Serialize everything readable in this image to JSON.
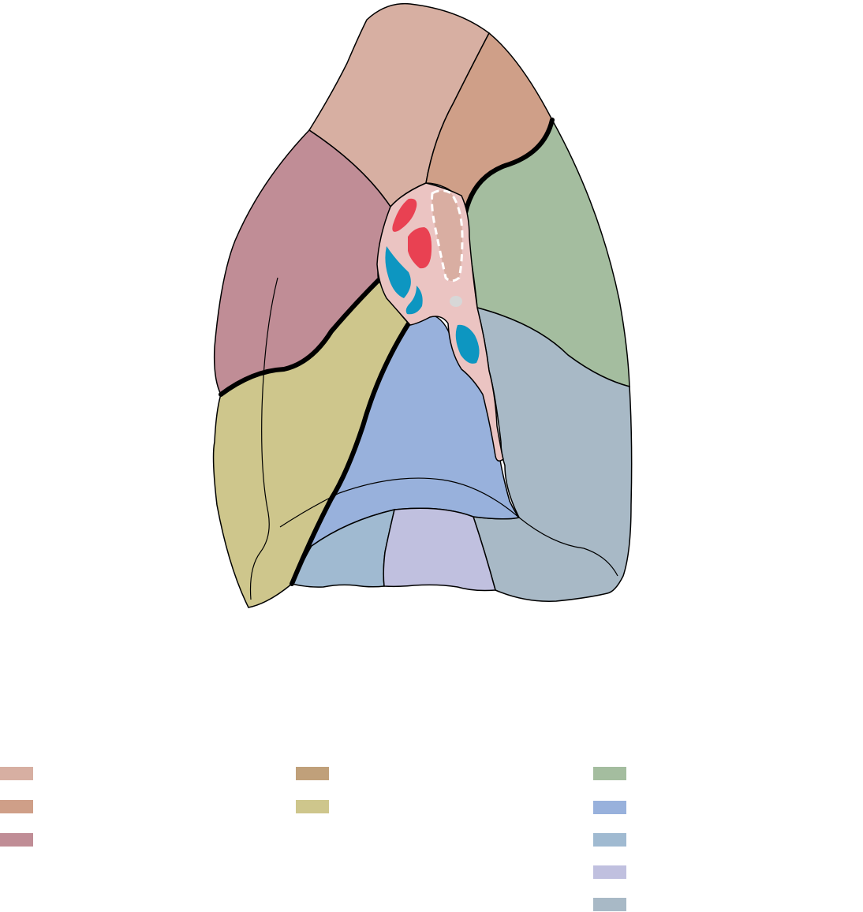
{
  "colors": {
    "segment_apical": "#d7afa2",
    "segment_posterior": "#cf9f88",
    "segment_anterior": "#c08d96",
    "superior_segment": "#c0a07a",
    "lingular": "#cec68c",
    "segment_green": "#a4bd9f",
    "segment_blue": "#98b1dc",
    "segment_lightblue": "#a0bad1",
    "segment_lavender": "#c0c0df",
    "segment_greyblue": "#a8b9c6",
    "hilum": "#ebc4c2",
    "artery": "#e94152",
    "vein": "#0d96c1",
    "bronchus": "#d9aea2",
    "outline": "#000000"
  },
  "legend": {
    "items": [
      {
        "key": "segment_apical",
        "label": ""
      },
      {
        "key": "segment_posterior",
        "label": ""
      },
      {
        "key": "segment_anterior",
        "label": ""
      },
      {
        "key": "superior_segment",
        "label": ""
      },
      {
        "key": "lingular",
        "label": ""
      },
      {
        "key": "segment_green",
        "label": ""
      },
      {
        "key": "segment_blue",
        "label": ""
      },
      {
        "key": "segment_lightblue",
        "label": ""
      },
      {
        "key": "segment_lavender",
        "label": ""
      },
      {
        "key": "segment_greyblue",
        "label": ""
      }
    ]
  }
}
